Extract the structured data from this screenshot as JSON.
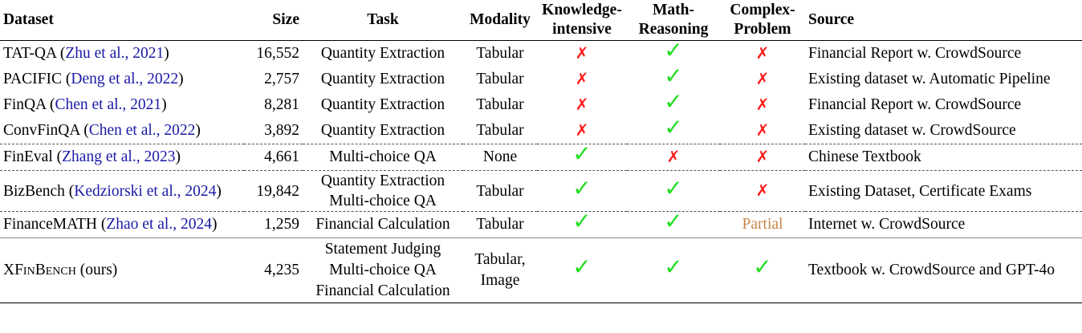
{
  "headers": {
    "dataset": "Dataset",
    "size": "Size",
    "task": "Task",
    "modality": "Modality",
    "knowledge_1": "Knowledge-",
    "knowledge_2": "intensive",
    "math_1": "Math-",
    "math_2": "Reasoning",
    "complex_1": "Complex-",
    "complex_2": "Problem",
    "source": "Source"
  },
  "marks": {
    "check": "✓",
    "cross": "✗"
  },
  "rows": [
    {
      "name": "TAT-QA",
      "cite": "Zhu et al., 2021",
      "size": "16,552",
      "task": [
        "Quantity Extraction"
      ],
      "modality": [
        "Tabular"
      ],
      "knowledge": "cross",
      "math": "check",
      "complex": "cross",
      "source": "Financial Report w. CrowdSource"
    },
    {
      "name": "PACIFIC",
      "cite": "Deng et al., 2022",
      "size": "2,757",
      "task": [
        "Quantity Extraction"
      ],
      "modality": [
        "Tabular"
      ],
      "knowledge": "cross",
      "math": "check",
      "complex": "cross",
      "source": "Existing dataset w. Automatic Pipeline"
    },
    {
      "name": "FinQA",
      "cite": "Chen et al., 2021",
      "size": "8,281",
      "task": [
        "Quantity Extraction"
      ],
      "modality": [
        "Tabular"
      ],
      "knowledge": "cross",
      "math": "check",
      "complex": "cross",
      "source": "Financial Report w. CrowdSource"
    },
    {
      "name": "ConvFinQA",
      "cite": "Chen et al., 2022",
      "size": "3,892",
      "task": [
        "Quantity Extraction"
      ],
      "modality": [
        "Tabular"
      ],
      "knowledge": "cross",
      "math": "check",
      "complex": "cross",
      "source": "Existing dataset w. CrowdSource"
    },
    {
      "name": "FinEval",
      "cite": "Zhang et al., 2023",
      "size": "4,661",
      "task": [
        "Multi-choice QA"
      ],
      "modality": [
        "None"
      ],
      "knowledge": "check",
      "math": "cross",
      "complex": "cross",
      "source": "Chinese Textbook"
    },
    {
      "name": "BizBench",
      "cite": "Kedziorski et al., 2024",
      "size": "19,842",
      "task": [
        "Quantity Extraction",
        "Multi-choice QA"
      ],
      "modality": [
        "Tabular"
      ],
      "knowledge": "check",
      "math": "check",
      "complex": "cross",
      "source": "Existing Dataset, Certificate Exams"
    },
    {
      "name": "FinanceMATH",
      "cite": "Zhao et al., 2024",
      "size": "1,259",
      "task": [
        "Financial Calculation"
      ],
      "modality": [
        "Tabular"
      ],
      "knowledge": "check",
      "math": "check",
      "complex": "Partial",
      "source": "Internet w. CrowdSource"
    },
    {
      "name": "XFinBench",
      "suffix": "(ours)",
      "size": "4,235",
      "task": [
        "Statement Judging",
        "Multi-choice QA",
        "Financial Calculation"
      ],
      "modality": [
        "Tabular,",
        "Image"
      ],
      "knowledge": "check",
      "math": "check",
      "complex": "check",
      "source": "Textbook w. CrowdSource and GPT-4o"
    }
  ],
  "colors": {
    "check": "#22dd22",
    "cross": "#ff1a1a",
    "partial": "#c8864a",
    "citation": "#1a1aa6"
  }
}
